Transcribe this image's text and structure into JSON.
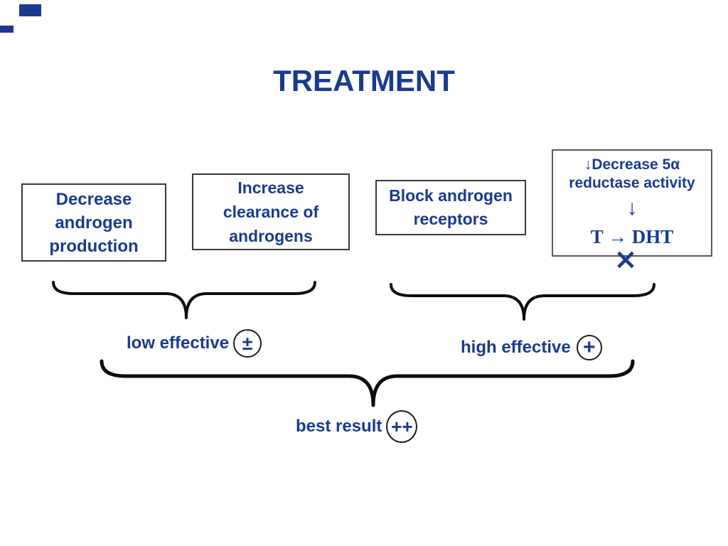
{
  "slide": {
    "title": "TREATMENT",
    "boxes": [
      {
        "name": "decrease-androgen-production",
        "lines": [
          "Decrease",
          "androgen",
          "production"
        ]
      },
      {
        "name": "increase-clearance-of-androgens",
        "lines": [
          "Increase",
          "clearance of",
          "androgens"
        ]
      },
      {
        "name": "block-androgen-receptors",
        "lines": [
          "Block androgen",
          "receptors"
        ]
      },
      {
        "name": "decrease-5a-reductase-activity",
        "lines": [
          "↓Decrease 5α",
          "reductase activity"
        ],
        "arrow": "↓",
        "formula": "T → DHT",
        "cross_mark": "×"
      }
    ],
    "groups": [
      {
        "name": "low-effective",
        "label": "low effective",
        "badge": "±"
      },
      {
        "name": "high-effective",
        "label": "high effective",
        "badge": "+"
      },
      {
        "name": "best-result",
        "label": "best result",
        "badge": "++"
      }
    ],
    "colors": {
      "ink_navy": "#1b3a8f",
      "box_border": "#3a3a3a",
      "box4_border": "#585858",
      "brace_black": "#0d0d0d",
      "background": "#ffffff"
    }
  }
}
